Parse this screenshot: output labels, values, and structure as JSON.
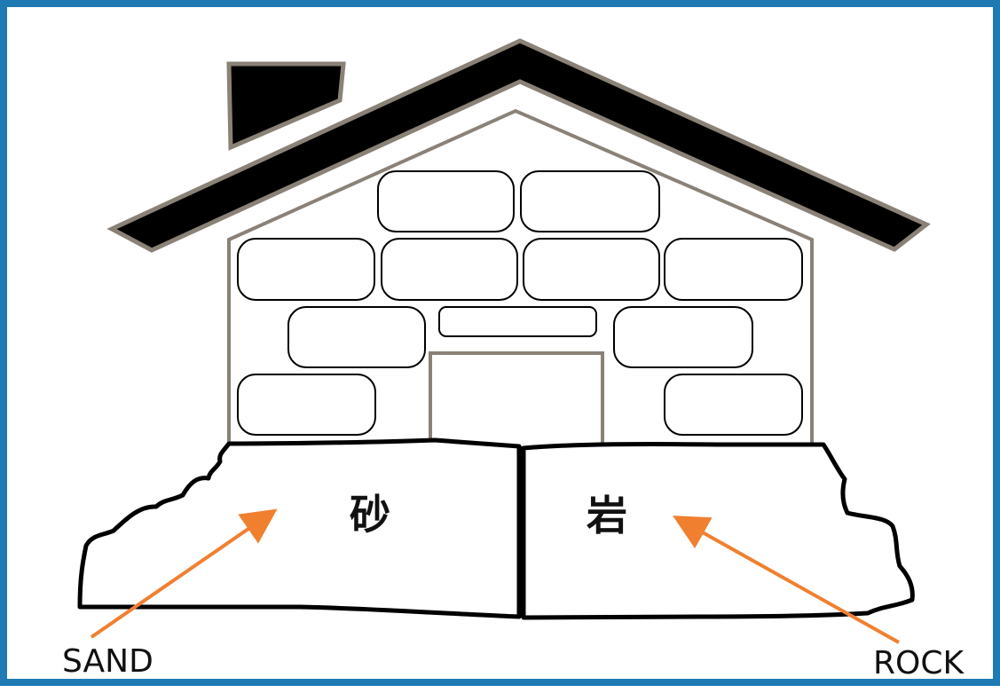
{
  "diagram": {
    "labels": {
      "sand_english": "SAND",
      "rock_english": "ROCK",
      "sand_chinese": "砂",
      "rock_chinese": "岩"
    },
    "colors": {
      "border": "#1f7ab4",
      "roof": "#000000",
      "roof_outline": "#8a8177",
      "wall_outline": "#8a8177",
      "arrow": "#f08030",
      "ground_outline": "#000000"
    },
    "icons": {
      "house": "house-icon",
      "chimney": "chimney-icon",
      "roof": "roof-icon",
      "arrow_sand": "arrow-icon",
      "arrow_rock": "arrow-icon"
    }
  }
}
